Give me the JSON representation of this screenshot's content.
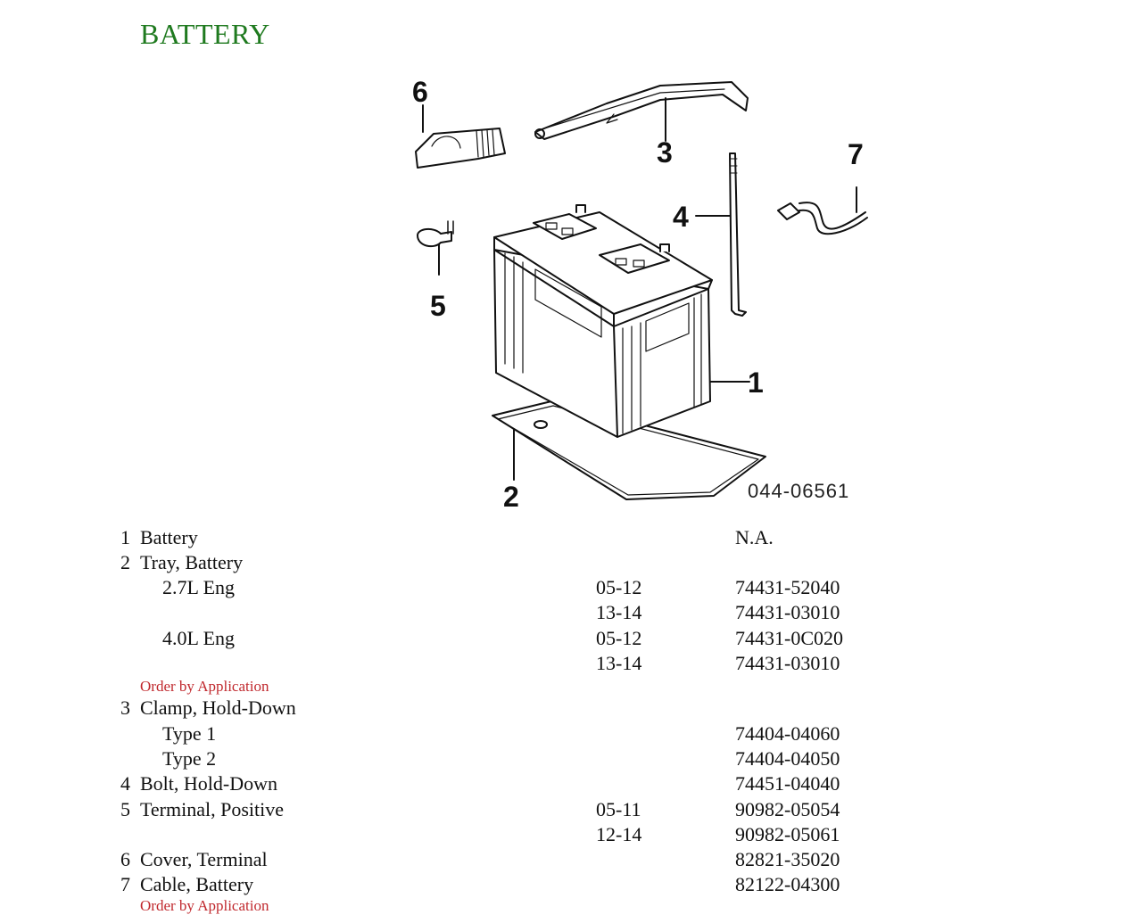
{
  "title": "BATTERY",
  "colors": {
    "title": "#1f7a1f",
    "note": "#c0282d"
  },
  "diagram": {
    "figure_number": "044-06561",
    "callouts": [
      "1",
      "2",
      "3",
      "4",
      "5",
      "6",
      "7"
    ]
  },
  "parts": [
    {
      "num": "1",
      "desc": "Battery",
      "sub": "",
      "years": "",
      "pn": "N.A."
    },
    {
      "num": "2",
      "desc": "Tray, Battery",
      "sub": "",
      "years": "",
      "pn": ""
    },
    {
      "num": "",
      "desc": "",
      "sub": "2.7L Eng",
      "years": "05-12",
      "pn": "74431-52040"
    },
    {
      "num": "",
      "desc": "",
      "sub": "",
      "years": "13-14",
      "pn": "74431-03010"
    },
    {
      "num": "",
      "desc": "",
      "sub": "4.0L Eng",
      "years": "05-12",
      "pn": "74431-0C020"
    },
    {
      "num": "",
      "desc": "",
      "sub": "",
      "years": "13-14",
      "pn": "74431-03010"
    },
    {
      "num": "3",
      "desc": "Clamp, Hold-Down",
      "sub": "",
      "years": "",
      "pn": ""
    },
    {
      "num": "",
      "desc": "",
      "sub": "Type 1",
      "years": "",
      "pn": "74404-04060"
    },
    {
      "num": "",
      "desc": "",
      "sub": "Type 2",
      "years": "",
      "pn": "74404-04050"
    },
    {
      "num": "4",
      "desc": "Bolt, Hold-Down",
      "sub": "",
      "years": "",
      "pn": "74451-04040"
    },
    {
      "num": "5",
      "desc": "Terminal, Positive",
      "sub": "",
      "years": "05-11",
      "pn": "90982-05054"
    },
    {
      "num": "",
      "desc": "",
      "sub": "",
      "years": "12-14",
      "pn": "90982-05061"
    },
    {
      "num": "6",
      "desc": "Cover, Terminal",
      "sub": "",
      "years": "",
      "pn": "82821-35020"
    },
    {
      "num": "7",
      "desc": "Cable, Battery",
      "sub": "",
      "years": "",
      "pn": "82122-04300"
    }
  ],
  "notes": [
    "Order by Application",
    "Order by Application"
  ]
}
